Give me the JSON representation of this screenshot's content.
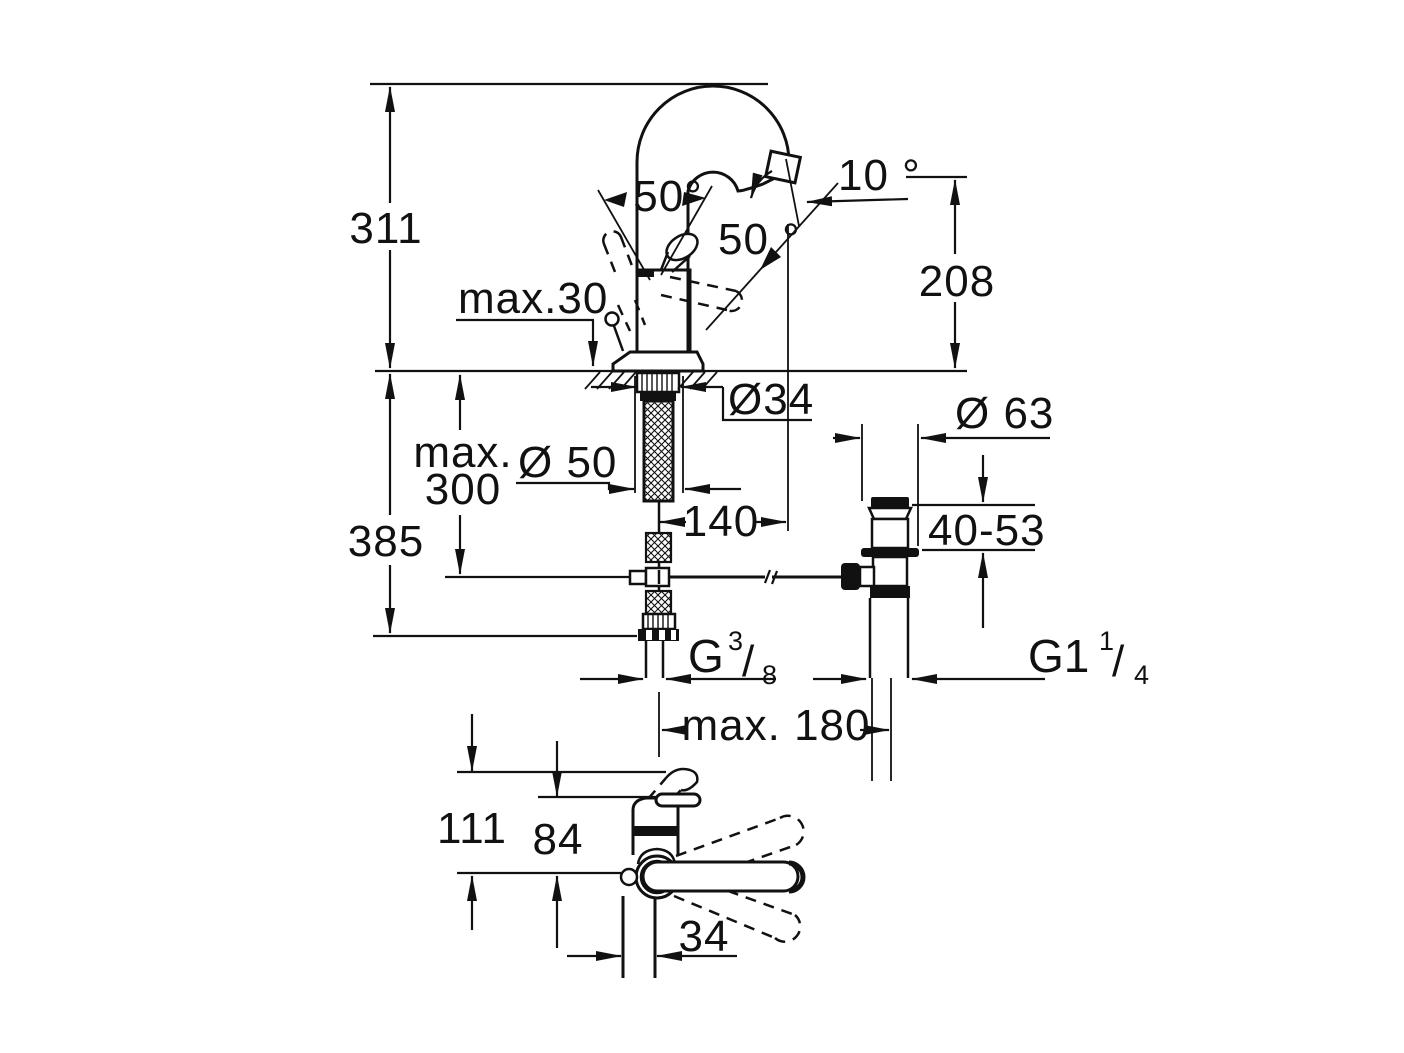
{
  "drawing": {
    "colors": {
      "ink": "#111111",
      "background": "#ffffff"
    },
    "labels": {
      "total_height": "311",
      "below_deck_height": "385",
      "rod_max_line1": "max.",
      "rod_max_line2": "300",
      "deck_thickness_max": "max.30",
      "base_diameter": "Ø 50",
      "hole_diameter": "Ø34",
      "spout_projection": "140",
      "waste_diameter": "Ø 63",
      "waste_range": "40-53",
      "spout_height": "208",
      "spout_angle": "10 °",
      "swivel_angle_top": "50°",
      "swivel_angle_right": "50 °",
      "supply_thread_prefix": "G",
      "supply_thread_sup": "3",
      "supply_thread_slash": "/",
      "supply_thread_sub": "8",
      "waste_thread_prefix": "G1",
      "waste_thread_sup": "1",
      "waste_thread_slash": "/",
      "waste_thread_sub": "4",
      "reach_max": "max. 180",
      "front_height_outer": "111",
      "front_height_inner": "84",
      "body_offset": "34"
    }
  }
}
